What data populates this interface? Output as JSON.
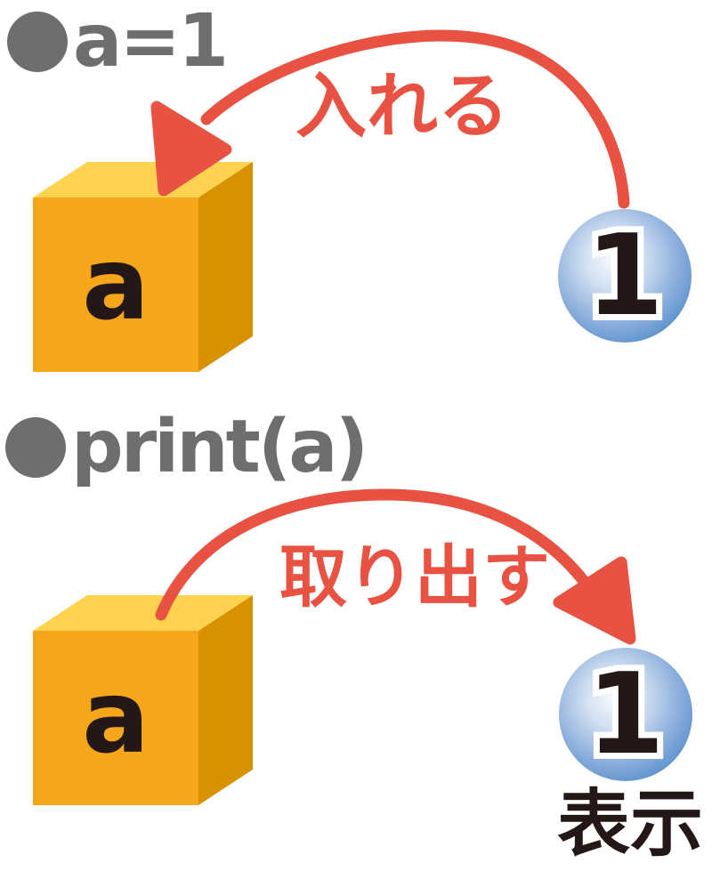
{
  "diagram_title": "variable-box-assignment-and-print",
  "colors": {
    "heading_gray": "#6E6E6E",
    "arrow_red": "#E85243",
    "box_front": "#F6A61A",
    "box_top": "#FFD24F",
    "box_side": "#D69200",
    "sphere_blue_edge": "#4A82C4",
    "sphere_highlight": "#F8FBFE",
    "text_black": "#231815",
    "background": "#FFFFFF"
  },
  "section_assign": {
    "heading": "a=1",
    "arrow_label": "入れる",
    "box_label": "a",
    "value": "1"
  },
  "section_print": {
    "heading": "print(a)",
    "arrow_label": "取り出す",
    "box_label": "a",
    "value": "1",
    "result_label": "表示"
  }
}
